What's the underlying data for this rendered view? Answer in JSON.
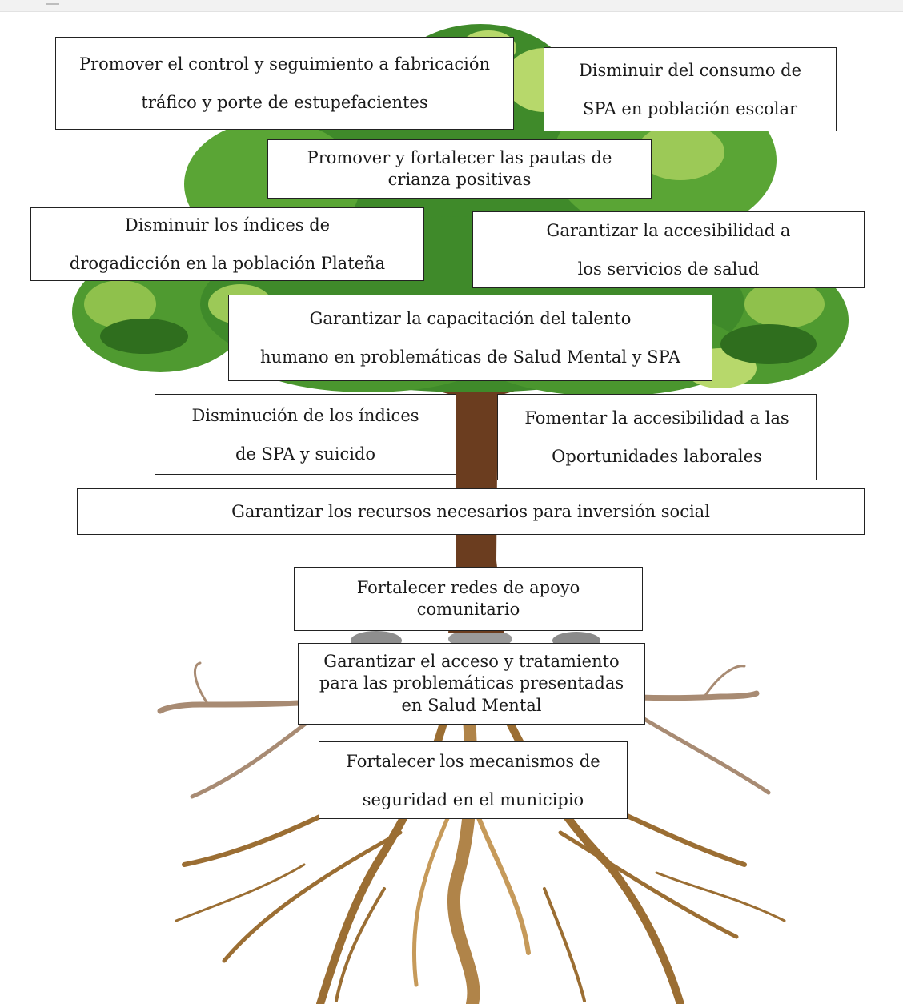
{
  "colors": {
    "leaf_dark": "#3f8a2a",
    "leaf_mid": "#6fb23a",
    "leaf_light": "#b7d86b",
    "trunk": "#6b3d1f",
    "root": "#9b6e33",
    "root_light": "#c69a5a",
    "box_border": "#222222"
  },
  "boxes": {
    "b1": {
      "line1": "Promover el control y seguimiento a fabricación",
      "line2": "tráfico y porte de estupefacientes"
    },
    "b2": {
      "line1": "Disminuir del consumo de",
      "line2": "SPA en población escolar"
    },
    "b3": {
      "line1": "Promover y fortalecer las pautas de",
      "line2": "crianza positivas"
    },
    "b4": {
      "line1": "Disminuir los índices de",
      "line2": "drogadicción en la población Plateña"
    },
    "b5": {
      "line1": "Garantizar la accesibilidad a",
      "line2": "los servicios de salud"
    },
    "b6": {
      "line1": "Garantizar la capacitación del talento",
      "line2": "humano en problemáticas de Salud Mental y SPA"
    },
    "b7": {
      "line1": "Disminución de los índices",
      "line2": "de SPA y suicido"
    },
    "b8": {
      "line1": "Fomentar la accesibilidad a las",
      "line2": "Oportunidades laborales"
    },
    "b9": {
      "line1": "Garantizar los recursos necesarios para inversión social"
    },
    "b10": {
      "line1": "Fortalecer redes de apoyo",
      "line2": "comunitario"
    },
    "b11": {
      "line1": "Garantizar el acceso y tratamiento",
      "line2": "para las problemáticas presentadas",
      "line3": "en Salud Mental"
    },
    "b12": {
      "line1": "Fortalecer los mecanismos de",
      "line2": "seguridad en el municipio"
    }
  }
}
